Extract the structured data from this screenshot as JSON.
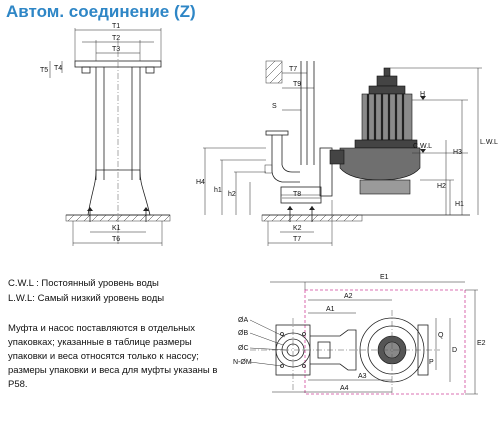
{
  "title": "Автом. соединение (Z)",
  "legend": {
    "cwl": "C.W.L : Постоянный уровень воды",
    "lwl": "L.W.L: Самый низкий уровень воды"
  },
  "note": "Муфта и насос поставляются в отдельных упаковках; указанные в таблице размеры упаковки и веса относятся только к насосу; размеры упаковки и веса для муфты указаны в P58.",
  "front_view": {
    "labels": [
      "T1",
      "T2",
      "T3",
      "T5",
      "T4",
      "K1",
      "T6"
    ]
  },
  "side_view": {
    "labels": [
      "T9",
      "S",
      "T7",
      "T8",
      "K2",
      "H4",
      "h1",
      "h2",
      "H3",
      "H2",
      "H1",
      "H",
      "C.W.L",
      "L.W.L"
    ]
  },
  "plan_view": {
    "labels": [
      "E1",
      "A2",
      "A1",
      "ØA",
      "ØB",
      "ØC",
      "N-ØM",
      "Q",
      "D",
      "E2",
      "P",
      "A3",
      "A4"
    ]
  }
}
